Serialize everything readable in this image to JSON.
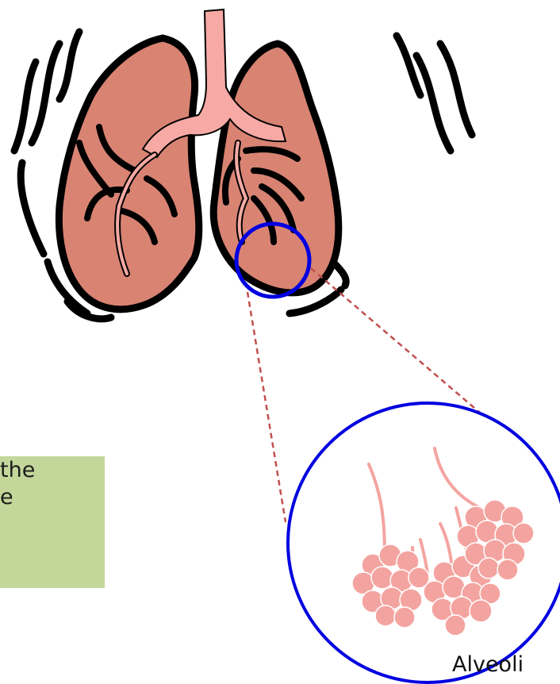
{
  "callout": {
    "lines": [
      "the",
      "e"
    ]
  },
  "caption": "Alveoli",
  "colors": {
    "lung_fill": "#d98373",
    "airway_fill": "#f7aaa5",
    "outline": "#000000",
    "magnifier_ring": "#0000e0",
    "guide_line": "#c0504d",
    "alveoli_fill": "#f4a4a0",
    "callout_bg": "#c4d79b"
  },
  "icons": {
    "lungs": "lungs-icon",
    "magnifier": "magnifier-circle",
    "alveoli": "alveoli-cluster-icon"
  }
}
